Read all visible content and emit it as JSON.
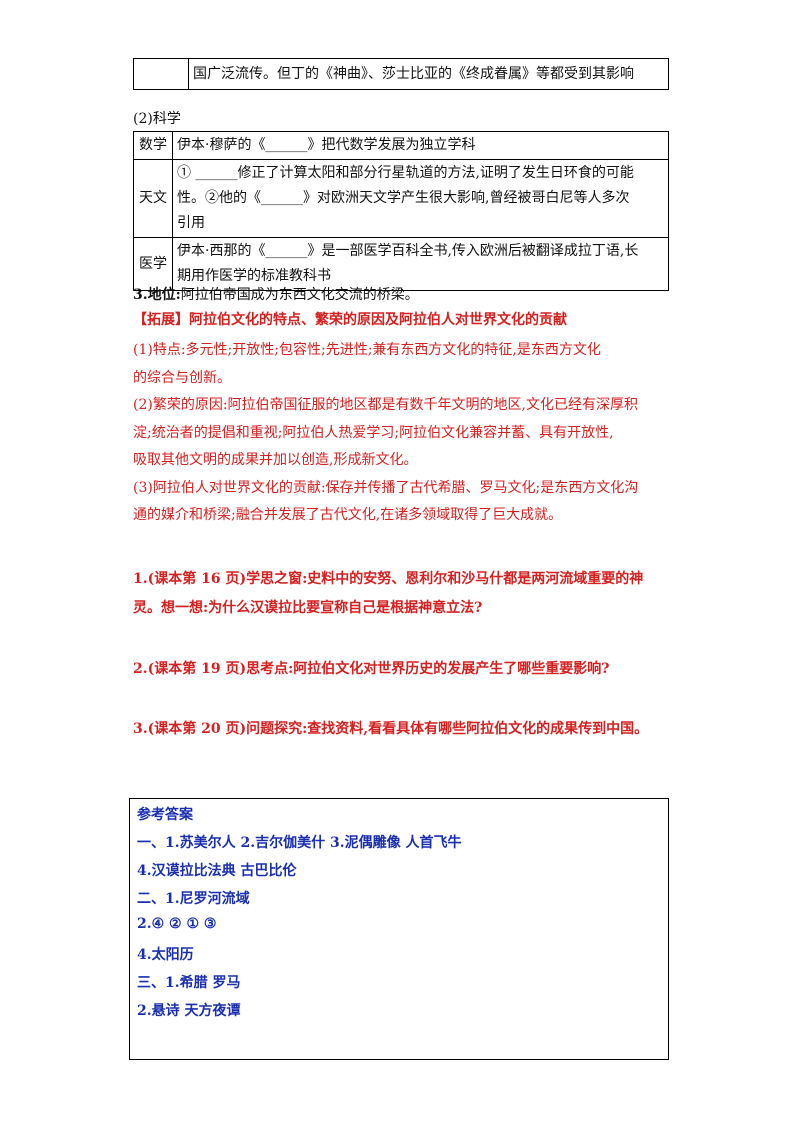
{
  "top_table": {
    "row_text": "国广泛流传。但丁的《神曲》、莎士比亚的《终成眷属》等都受到其影响"
  },
  "science": {
    "heading": "(2)科学",
    "rows": [
      {
        "subject": "数学",
        "line1_pre": "伊本·穆萨的《",
        "line1_blank": "______",
        "line1_post": "》把代数学发展为独立学科"
      },
      {
        "subject": "天文",
        "line1_pre": "①  ",
        "line1_blank": "______",
        "line1_post": "修正了计算太阳和部分行星轨道的方法,证明了发生日环食的可能",
        "line2_pre": "性。②他的《",
        "line2_blank": "______",
        "line2_post": "》对欧洲天文学产生很大影响,曾经被哥白尼等人多次",
        "line3": "引用"
      },
      {
        "subject": "医学",
        "line1_pre": "伊本·西那的《",
        "line1_blank": "______",
        "line1_post": "》是一部医学百科全书,传入欧洲后被翻译成拉丁语,长",
        "line2": "期用作医学的标准教科书"
      }
    ]
  },
  "status": {
    "label": "3.地位:",
    "text": "阿拉伯帝国成为东西文化交流的桥梁。"
  },
  "extension": {
    "heading": "【拓展】阿拉伯文化的特点、繁荣的原因及阿拉伯人对世界文化的贡献",
    "p1_l1": "(1)特点:多元性;开放性;包容性;先进性;兼有东西方文化的特征,是东西方文化",
    "p1_l2": "的综合与创新。",
    "p2_l1": "(2)繁荣的原因:阿拉伯帝国征服的地区都是有数千年文明的地区,文化已经有深厚积",
    "p2_l2": "淀;统治者的提倡和重视;阿拉伯人热爱学习;阿拉伯文化兼容并蓄、具有开放性,",
    "p2_l3": "吸取其他文明的成果并加以创造,形成新文化。",
    "p3_l1": "(3)阿拉伯人对世界文化的贡献:保存并传播了古代希腊、罗马文化;是东西方文化沟",
    "p3_l2": "通的媒介和桥梁;融合并发展了古代文化,在诸多领域取得了巨大成就。"
  },
  "questions": {
    "q1_l1": "1.(课本第 16 页)学思之窗:史料中的安努、恩利尔和沙马什都是两河流域重要的神",
    "q1_l2": "灵。想一想:为什么汉谟拉比要宣称自己是根据神意立法?",
    "q2": "2.(课本第 19 页)思考点:阿拉伯文化对世界历史的发展产生了哪些重要影响?",
    "q3": "3.(课本第 20 页)问题探究:查找资料,看看具体有哪些阿拉伯文化的成果传到中国。"
  },
  "answers": {
    "title": "参考答案",
    "lines": [
      "一、1.苏美尔人 2.吉尔伽美什 3.泥偶雕像 人首飞牛",
      "4.汉谟拉比法典 古巴比伦",
      "二、1.尼罗河流域",
      "2.④ ② ① ③",
      "4.太阳历",
      "三、1.希腊 罗马",
      "2.悬诗 天方夜谭"
    ]
  }
}
